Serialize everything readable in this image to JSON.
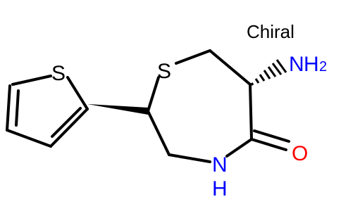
{
  "molecule": {
    "stereo_flag": "Chiral",
    "atoms": {
      "ring_sulfur": "S",
      "thiophene_sulfur": "S",
      "amide_nitrogen": "N",
      "amide_hydrogen": "H",
      "amino_nitrogen": "N",
      "amino_h": "H",
      "amino_h_count": "2",
      "carbonyl_oxygen": "O"
    },
    "colors": {
      "bond": "#000000",
      "sulfur": "#000000",
      "nitrogen": "#0000ff",
      "oxygen": "#ff0000"
    }
  }
}
